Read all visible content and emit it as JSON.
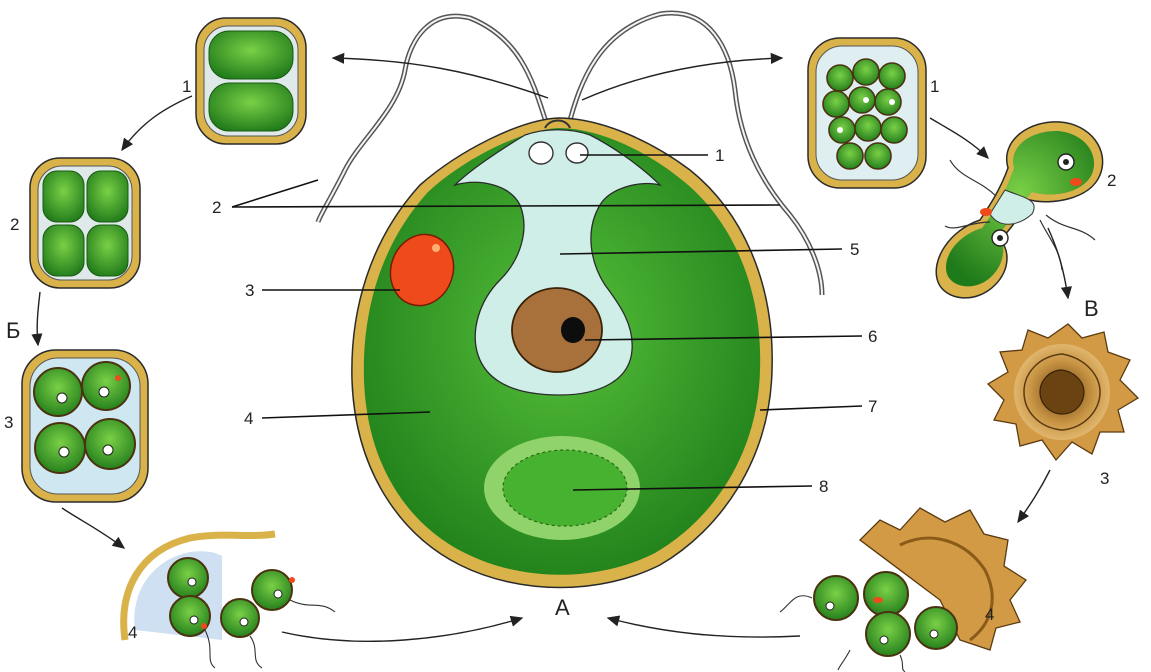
{
  "labels": {
    "main_parts": [
      "1",
      "2",
      "3",
      "4",
      "5",
      "6",
      "7",
      "8"
    ],
    "stage_a": "А",
    "stage_b": "Б",
    "stage_v": "В",
    "left_cycle": [
      "1",
      "2",
      "3",
      "4"
    ],
    "right_cycle": [
      "1",
      "2",
      "3",
      "4"
    ]
  },
  "colors": {
    "cytoplasm": "#3aa52a",
    "cytoplasm_dark": "#1f7a18",
    "wall": "#d9b24a",
    "vacuole": "#cfeee8",
    "stigma": "#ee4a1c",
    "nucleus": "#a8703a",
    "pyrenoid": "#8fd36a",
    "zygote": "#b98a3c"
  }
}
